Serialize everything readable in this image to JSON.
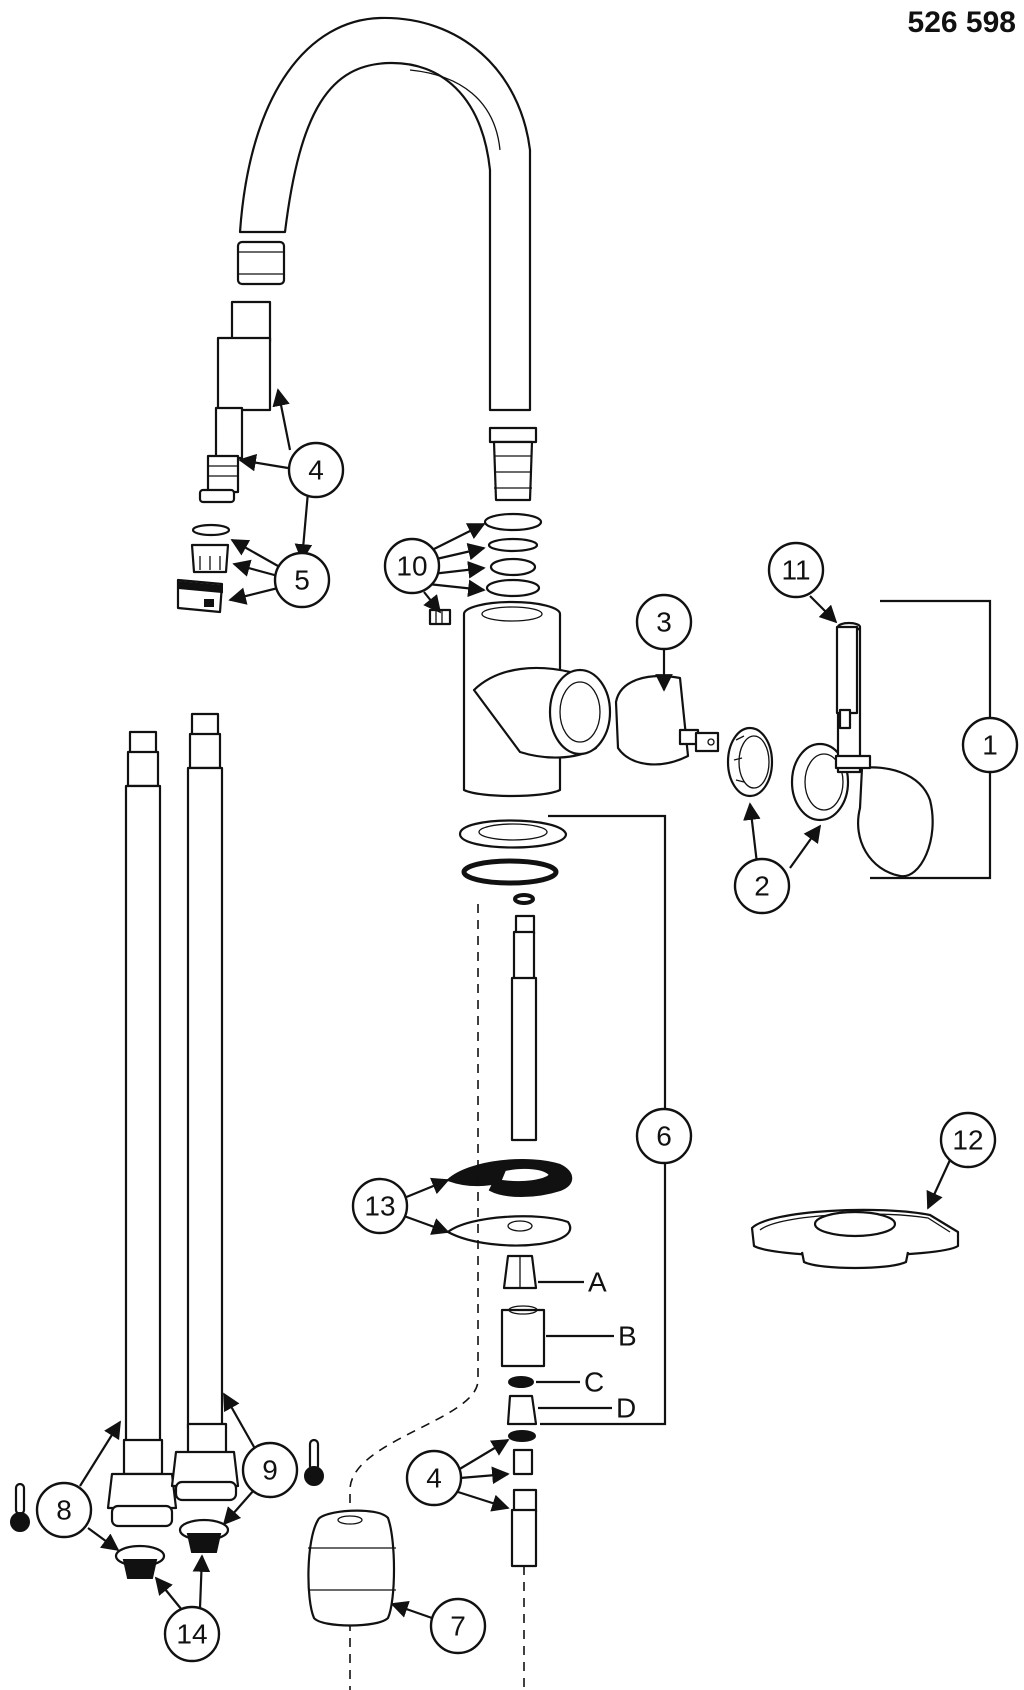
{
  "document_number": "526 598",
  "callouts": {
    "c1": "1",
    "c2": "2",
    "c3": "3",
    "c4_top": "4",
    "c4_bottom": "4",
    "c5": "5",
    "c6": "6",
    "c7": "7",
    "c8": "8",
    "c9": "9",
    "c10": "10",
    "c11": "11",
    "c12": "12",
    "c13": "13",
    "c14": "14"
  },
  "letters": {
    "a": "A",
    "b": "B",
    "c": "C",
    "d": "D"
  },
  "icons": [
    "thermometer-icon",
    "thermometer-icon"
  ],
  "colors": {
    "ink": "#111111",
    "paper": "#ffffff"
  }
}
